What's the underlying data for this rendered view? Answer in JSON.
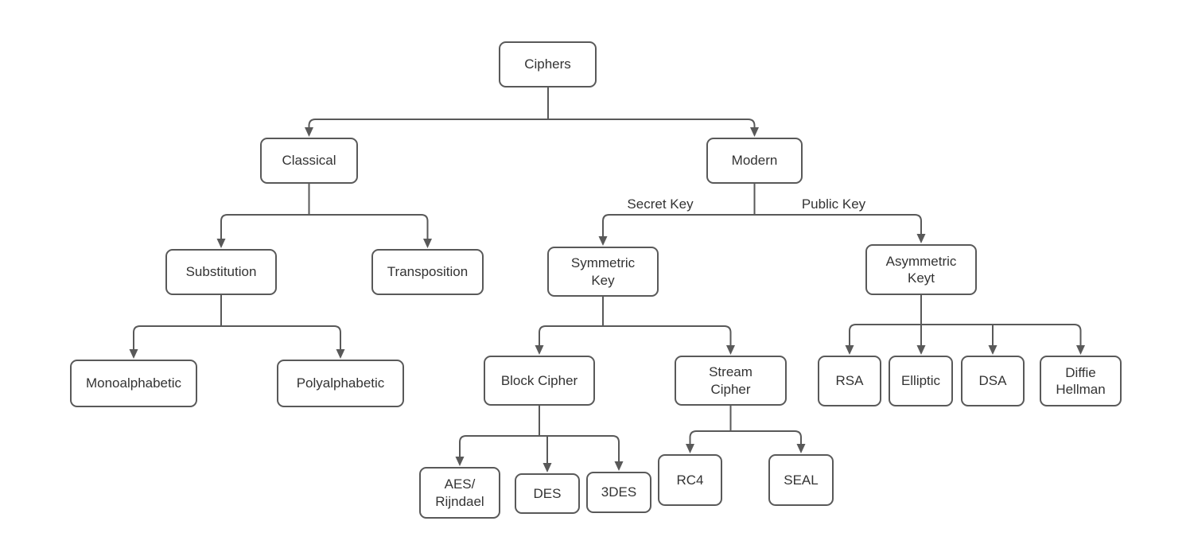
{
  "diagram": {
    "type": "tree",
    "colors": {
      "node_border": "#595959",
      "node_fill": "#ffffff",
      "connector": "#595959",
      "text": "#333333",
      "background": "#ffffff"
    },
    "nodes": {
      "ciphers": {
        "label": "Ciphers"
      },
      "classical": {
        "label": "Classical"
      },
      "modern": {
        "label": "Modern"
      },
      "substitution": {
        "label": "Substitution"
      },
      "transposition": {
        "label": "Transposition"
      },
      "symmetric_key": {
        "label": "Symmetric\nKey"
      },
      "asymmetric_keyt": {
        "label": "Asymmetric\nKeyt"
      },
      "monoalphabetic": {
        "label": "Monoalphabetic"
      },
      "polyalphabetic": {
        "label": "Polyalphabetic"
      },
      "block_cipher": {
        "label": "Block Cipher"
      },
      "stream_cipher": {
        "label": "Stream\nCipher"
      },
      "rsa": {
        "label": "RSA"
      },
      "elliptic": {
        "label": "Elliptic"
      },
      "dsa": {
        "label": "DSA"
      },
      "diffie_hellman": {
        "label": "Diffie\nHellman"
      },
      "aes_rijndael": {
        "label": "AES/\nRijndael"
      },
      "des": {
        "label": "DES"
      },
      "threedes": {
        "label": "3DES"
      },
      "rc4": {
        "label": "RC4"
      },
      "seal": {
        "label": "SEAL"
      }
    },
    "edge_labels": {
      "secret_key": "Secret Key",
      "public_key": "Public Key"
    },
    "hierarchy": {
      "ciphers": [
        "classical",
        "modern"
      ],
      "classical": [
        "substitution",
        "transposition"
      ],
      "substitution": [
        "monoalphabetic",
        "polyalphabetic"
      ],
      "modern": [
        "symmetric_key",
        "asymmetric_keyt"
      ],
      "symmetric_key": [
        "block_cipher",
        "stream_cipher"
      ],
      "asymmetric_keyt": [
        "rsa",
        "elliptic",
        "dsa",
        "diffie_hellman"
      ],
      "block_cipher": [
        "aes_rijndael",
        "des",
        "threedes"
      ],
      "stream_cipher": [
        "rc4",
        "seal"
      ]
    }
  }
}
